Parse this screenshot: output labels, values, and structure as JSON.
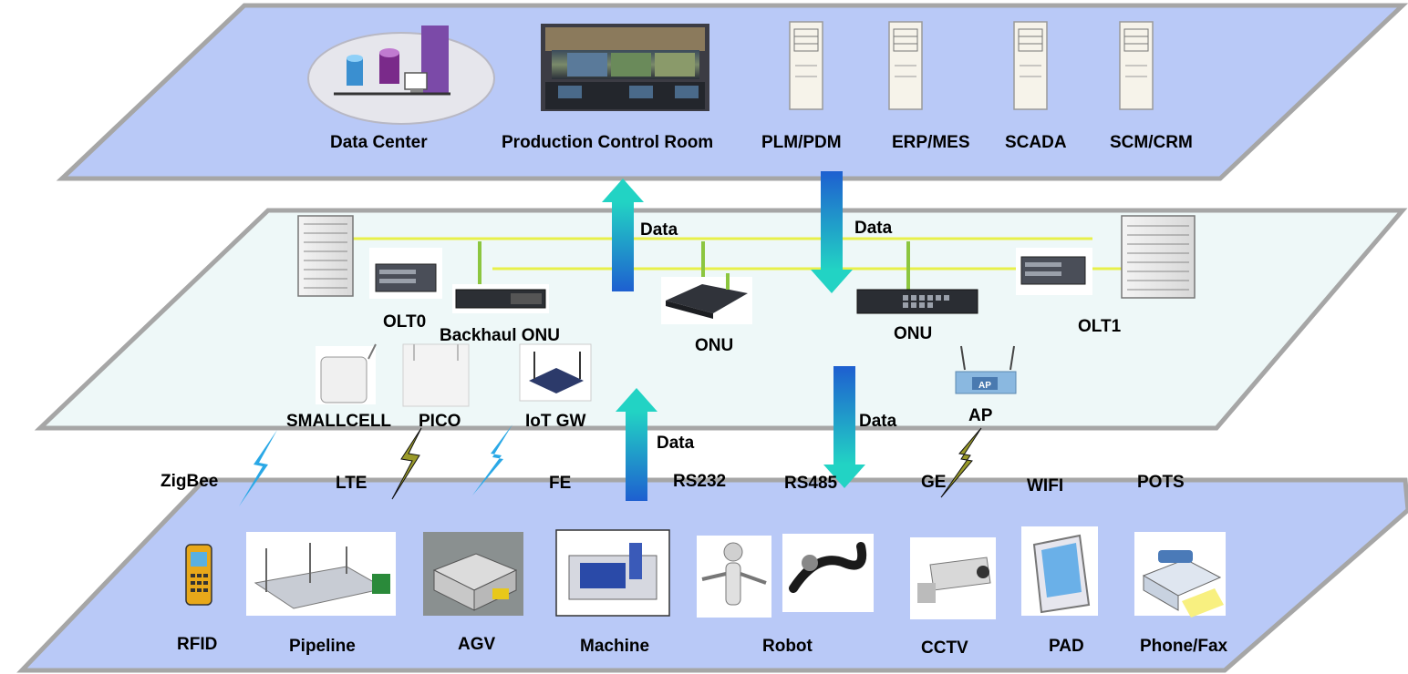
{
  "layers": {
    "top": {
      "labels": {
        "data_center": "Data Center",
        "control_room": "Production Control Room",
        "plm_pdm": "PLM/PDM",
        "erp_mes": "ERP/MES",
        "scada": "SCADA",
        "scm_crm": "SCM/CRM"
      }
    },
    "middle": {
      "labels": {
        "olt0": "OLT0",
        "backhaul_onu": "Backhaul ONU",
        "onu_left": "ONU",
        "onu_right": "ONU",
        "olt1": "OLT1",
        "smallcell": "SMALLCELL",
        "pico": "PICO",
        "iot_gw": "IoT GW",
        "ap": "AP",
        "ap_badge": "AP"
      }
    },
    "bottom": {
      "labels": {
        "rfid": "RFID",
        "pipeline": "Pipeline",
        "agv": "AGV",
        "machine": "Machine",
        "robot": "Robot",
        "cctv": "CCTV",
        "pad": "PAD",
        "phone_fax": "Phone/Fax"
      }
    }
  },
  "interfaces": {
    "zigbee": "ZigBee",
    "lte": "LTE",
    "fe": "FE",
    "rs232": "RS232",
    "rs485": "RS485",
    "ge": "GE",
    "wifi": "WIFI",
    "pots": "POTS"
  },
  "flows": {
    "up_top": "Data",
    "down_top": "Data",
    "up_bottom": "Data",
    "down_bottom": "Data"
  },
  "colors": {
    "top_plane": "#b9c9f7",
    "middle_plane": "#eef8f8",
    "bottom_plane": "#b9c9f7",
    "plane_border": "#a6a6a6",
    "bus_line": "#e8f04a",
    "link_green": "#8cc63f",
    "arrow_cyan": "#22d3c4",
    "arrow_blue": "#1e5fd0",
    "lightning_blue": "#2aa8e6",
    "lightning_olive": "#9a9a2a"
  }
}
